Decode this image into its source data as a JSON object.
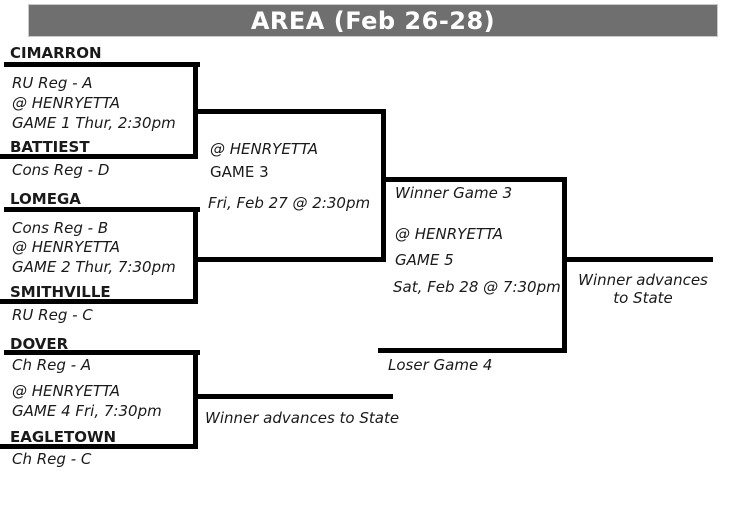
{
  "header": {
    "title": "AREA (Feb 26-28)"
  },
  "colors": {
    "header_bg": "#6f6f6f",
    "header_text": "#ffffff",
    "bracket_line": "#000000",
    "body_text": "#1a1a1a"
  },
  "round1": {
    "game1": {
      "top_team": "CIMARRON",
      "top_region": "RU Reg - A",
      "venue": "@ HENRYETTA",
      "schedule": "GAME 1 Thur, 2:30pm",
      "bottom_team": "BATTIEST",
      "bottom_region": "Cons Reg - D"
    },
    "game2": {
      "top_team": "LOMEGA",
      "top_region": "Cons Reg - B",
      "venue": "@ HENRYETTA",
      "schedule": "GAME 2 Thur, 7:30pm",
      "bottom_team": "SMITHVILLE",
      "bottom_region": "RU Reg - C"
    },
    "game4": {
      "top_team": "DOVER",
      "top_region": "Ch Reg - A",
      "venue": "@ HENRYETTA",
      "schedule": "GAME 4 Fri, 7:30pm",
      "bottom_team": "EAGLETOWN",
      "bottom_region": "Ch Reg - C",
      "winner_note": "Winner advances to State"
    }
  },
  "game3": {
    "venue": "@ HENRYETTA",
    "label": "GAME 3",
    "datetime": "Fri, Feb 27 @ 2:30pm"
  },
  "game5": {
    "top_source": "Winner Game 3",
    "venue": "@ HENRYETTA",
    "label": "GAME 5",
    "datetime": "Sat, Feb 28 @ 7:30pm",
    "bottom_source": "Loser Game 4",
    "winner_note": "Winner advances to State"
  }
}
